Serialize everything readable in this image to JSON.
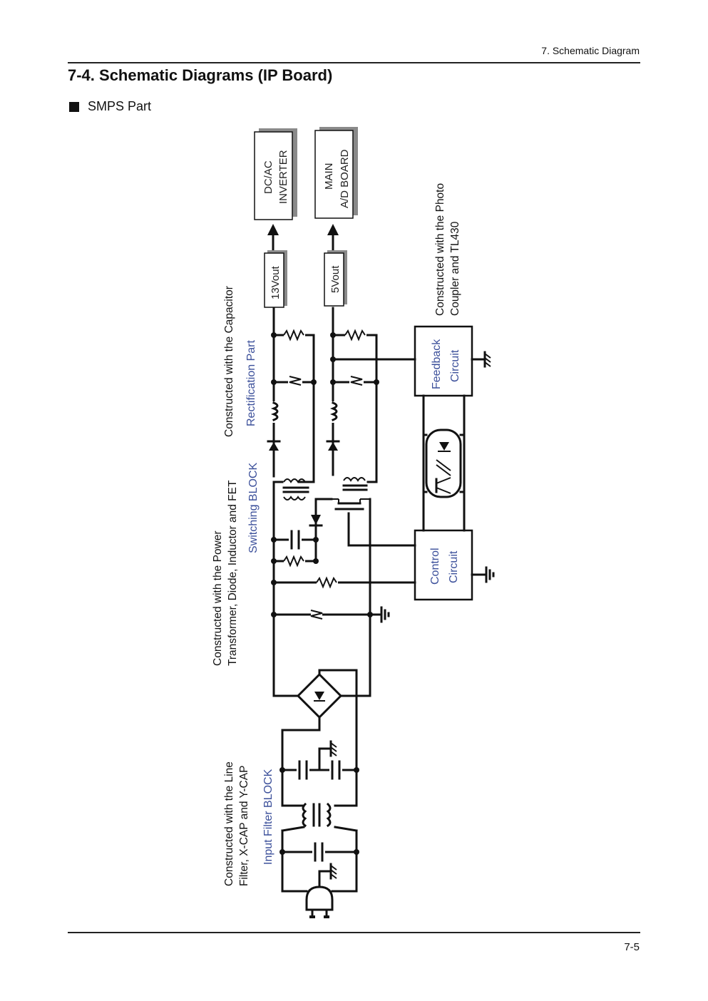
{
  "header": {
    "section": "7. Schematic Diagram"
  },
  "title": "7-4. Schematic Diagrams (IP Board)",
  "subtitle": "SMPS Part",
  "blocks": {
    "input_filter": "Input  Filter  BLOCK",
    "switching": "Switching BLOCK",
    "rectification": "Rectification Part",
    "feedback_l1": "Feedback",
    "feedback_l2": "Circuit",
    "control_l1": "Control",
    "control_l2": "Circuit"
  },
  "notes": {
    "line_filter_l1": "Constructed with the Line",
    "line_filter_l2": "Filter, X-CAP and Y-CAP",
    "power_l1": "Constructed with the Power",
    "power_l2": "Transformer, Diode, Inductor and FET",
    "capacitor": "Constructed with the Capacitor",
    "photo_l1": "Constructed with the Photo",
    "photo_l2": "Coupler and TL430"
  },
  "outputs": {
    "v13": "13Vout",
    "v5": "5Vout",
    "inverter_l1": "DC/AC",
    "inverter_l2": "INVERTER",
    "main_l1": "MAIN",
    "main_l2": "A/D  BOARD"
  },
  "footer": {
    "page": "7-5"
  }
}
